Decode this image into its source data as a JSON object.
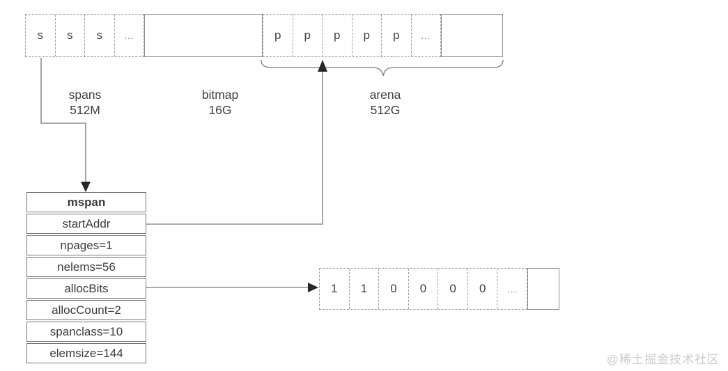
{
  "regions": {
    "spans": {
      "cells": [
        "s",
        "s",
        "s",
        "..."
      ],
      "label": "spans",
      "size": "512M"
    },
    "bitmap": {
      "label": "bitmap",
      "size": "16G"
    },
    "arena": {
      "cells": [
        "p",
        "p",
        "p",
        "p",
        "p",
        "..."
      ],
      "label": "arena",
      "size": "512G"
    }
  },
  "mspan": {
    "header": "mspan",
    "rows": [
      "startAddr",
      "npages=1",
      "nelems=56",
      "allocBits",
      "allocCount=2",
      "spanclass=10",
      "elemsize=144"
    ]
  },
  "alloc_bits": {
    "cells": [
      "1",
      "1",
      "0",
      "0",
      "0",
      "0",
      "..."
    ]
  },
  "watermark": "@稀土掘金技术社区",
  "colors": {
    "line": "#8e8e8e",
    "dashed_line": "#9b9b9b",
    "table_border": "#757575",
    "text": "#3f3f3f",
    "arrowhead": "#262626",
    "watermark": "#cbcbcb",
    "background": "#ffffff"
  }
}
